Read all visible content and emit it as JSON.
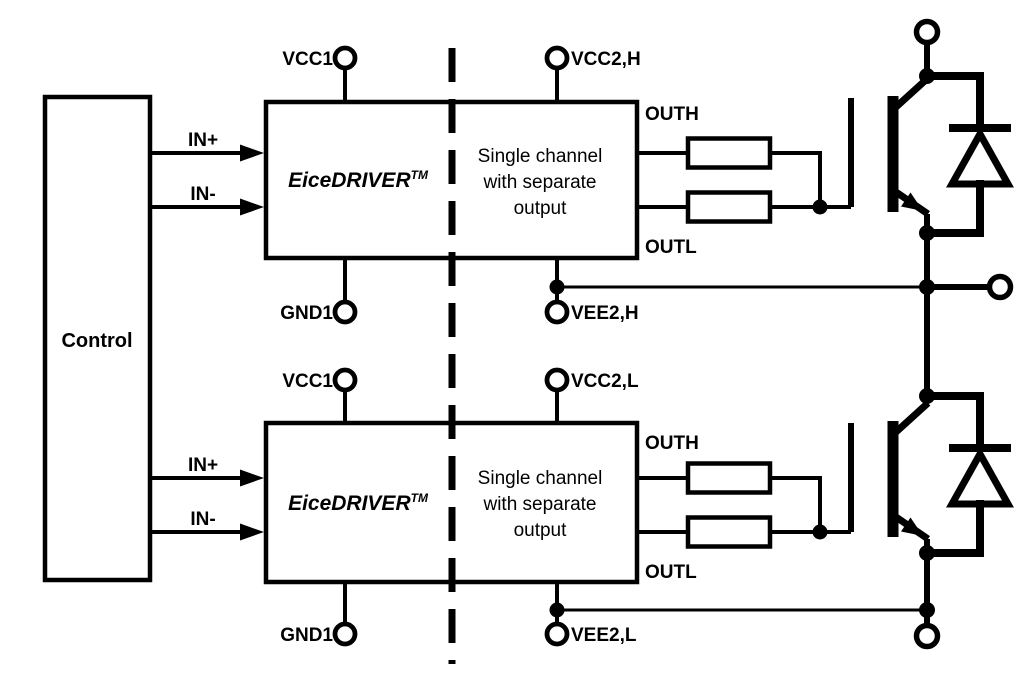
{
  "colors": {
    "line": "#000000",
    "text": "#000000",
    "background": "#ffffff"
  },
  "control": {
    "label": "Control"
  },
  "channels": [
    {
      "id": "high-side",
      "brand": "EiceDRIVER",
      "brand_tm": "TM",
      "description_line1": "Single channel",
      "description_line2": "with separate",
      "description_line3": "output",
      "pins": {
        "vcc1": "VCC1",
        "vcc2": "VCC2,H",
        "gnd1": "GND1",
        "vee2": "VEE2,H",
        "outh": "OUTH",
        "outl": "OUTL",
        "in_plus": "IN+",
        "in_minus": "IN-"
      }
    },
    {
      "id": "low-side",
      "brand": "EiceDRIVER",
      "brand_tm": "TM",
      "description_line1": "Single channel",
      "description_line2": "with separate",
      "description_line3": "output",
      "pins": {
        "vcc1": "VCC1",
        "vcc2": "VCC2,L",
        "gnd1": "GND1",
        "vee2": "VEE2,L",
        "outh": "OUTH",
        "outl": "OUTL",
        "in_plus": "IN+",
        "in_minus": "IN-"
      }
    }
  ]
}
